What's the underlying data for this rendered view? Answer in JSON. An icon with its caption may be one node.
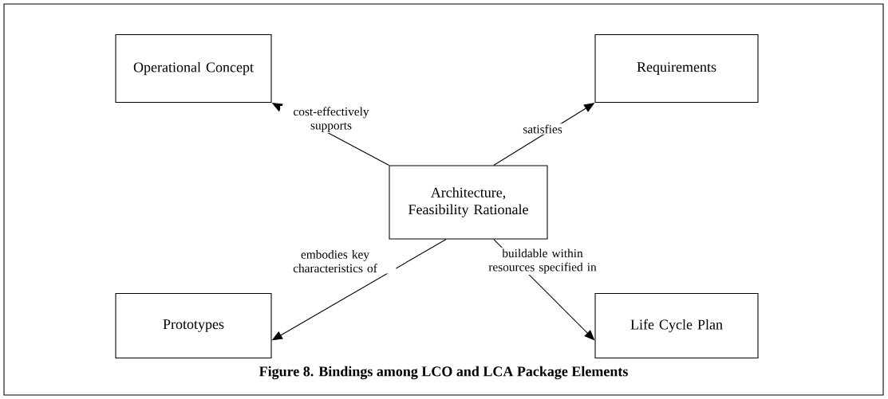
{
  "diagram": {
    "caption": "Figure 8. Bindings among LCO and LCA Package Elements",
    "nodes": [
      {
        "text": [
          "Operational Concept"
        ]
      },
      {
        "text": [
          "Requirements"
        ]
      },
      {
        "text": [
          "Architecture, Feasibility Rationale"
        ]
      },
      {
        "text": [
          "Prototypes"
        ]
      },
      {
        "text": [
          "Life Cycle Plan"
        ]
      }
    ],
    "edges": [
      {
        "from": 2,
        "to": 0,
        "arrow": "to",
        "label": "cost-effectively supports"
      },
      {
        "from": 2,
        "to": 1,
        "arrow": "to",
        "label": "satisfies"
      },
      {
        "from": 2,
        "to": 3,
        "arrow": "to",
        "label": "embodies key characteristics of"
      },
      {
        "from": 2,
        "to": 4,
        "arrow": "to",
        "label": "buildable within resources specified in"
      }
    ]
  }
}
